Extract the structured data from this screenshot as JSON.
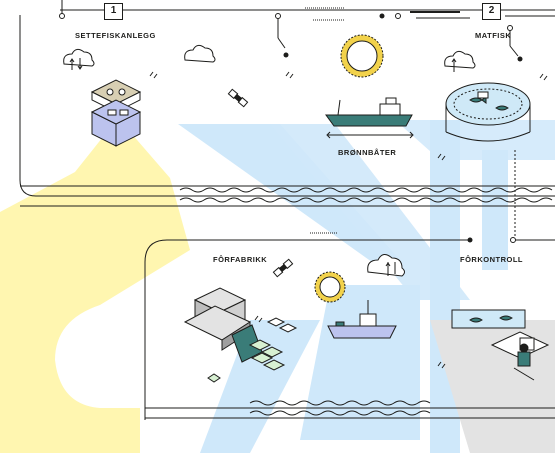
{
  "steps": [
    {
      "number": "1",
      "label": "SETTEFISKANLEGG"
    },
    {
      "number": "2",
      "label": "MATFISK"
    }
  ],
  "labels": {
    "wellboat": "BRØNNBÅTER",
    "feed_factory": "FÔRFABRIKK",
    "feed_control": "FÔRKONTROLL"
  },
  "colors": {
    "ink": "#1d1d1b",
    "yellow": "#fff6b0",
    "blue": "#cfe8fa",
    "sun": "#f2d24b",
    "hatchery_top": "#d8cfb3",
    "hatchery_bottom": "#bcc3ee",
    "pen_water": "#cfe9f7",
    "grey": "#e3e3e3",
    "green": "#d7f0d2"
  },
  "icons": [
    "cloud-upload-icon",
    "satellite-icon",
    "sun-icon",
    "wellboat-icon",
    "fish-pen-icon",
    "factory-icon",
    "feed-boat-icon",
    "operator-icon"
  ]
}
